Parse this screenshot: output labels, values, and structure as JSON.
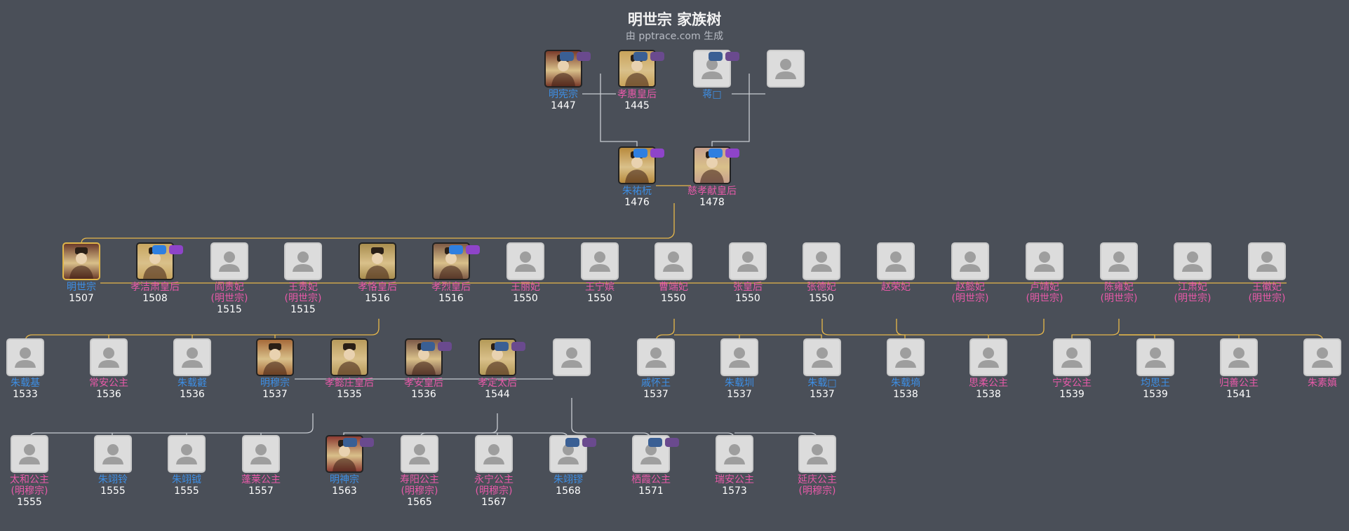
{
  "header": {
    "title": "明世宗 家族树",
    "subtitle": "由 pptrace.com 生成"
  },
  "colors": {
    "male": "#3d8fe6",
    "female": "#e85aa9",
    "line_gold": "#e8b84a",
    "line_gray": "#c8ccd2",
    "background": "#4a4f58"
  },
  "people": [
    {
      "id": "xianzong",
      "name": "明宪宗",
      "sub": "",
      "year": "1447",
      "gender": "male",
      "photo": true
    },
    {
      "id": "xiaohui",
      "name": "孝惠皇后",
      "sub": "",
      "year": "1445",
      "gender": "female",
      "photo": true
    },
    {
      "id": "jiang",
      "name": "蒋□",
      "sub": "",
      "year": "",
      "gender": "male",
      "photo": false
    },
    {
      "id": "jiangwife",
      "name": "",
      "sub": "",
      "year": "",
      "gender": "female",
      "photo": false
    },
    {
      "id": "youyuan",
      "name": "朱祐杬",
      "sub": "",
      "year": "1476",
      "gender": "male",
      "photo": true
    },
    {
      "id": "cixiao",
      "name": "慈孝献皇后",
      "sub": "",
      "year": "1478",
      "gender": "female",
      "photo": true
    },
    {
      "id": "shizong",
      "name": "明世宗",
      "sub": "",
      "year": "1507",
      "gender": "male",
      "photo": true,
      "gold": true
    },
    {
      "id": "xiaojie",
      "name": "孝洁肃皇后",
      "sub": "",
      "year": "1508",
      "gender": "female",
      "photo": true
    },
    {
      "id": "yanfei",
      "name": "阎贵妃",
      "sub": "(明世宗)",
      "year": "1515",
      "gender": "female",
      "photo": false
    },
    {
      "id": "wangfei1",
      "name": "王贵妃",
      "sub": "(明世宗)",
      "year": "1515",
      "gender": "female",
      "photo": false
    },
    {
      "id": "xiaoke",
      "name": "孝恪皇后",
      "sub": "",
      "year": "1516",
      "gender": "female",
      "photo": true
    },
    {
      "id": "xiaolie",
      "name": "孝烈皇后",
      "sub": "",
      "year": "1516",
      "gender": "female",
      "photo": true
    },
    {
      "id": "wangli",
      "name": "王丽妃",
      "sub": "",
      "year": "1550",
      "gender": "female",
      "photo": false
    },
    {
      "id": "wangning",
      "name": "王宁嫔",
      "sub": "",
      "year": "1550",
      "gender": "female",
      "photo": false
    },
    {
      "id": "caoduan",
      "name": "曹端妃",
      "sub": "",
      "year": "1550",
      "gender": "female",
      "photo": false
    },
    {
      "id": "zhanghou",
      "name": "张皇后",
      "sub": "",
      "year": "1550",
      "gender": "female",
      "photo": false
    },
    {
      "id": "zhangde",
      "name": "张德妃",
      "sub": "",
      "year": "1550",
      "gender": "female",
      "photo": false
    },
    {
      "id": "zhaorong",
      "name": "赵荣妃",
      "sub": "",
      "year": "",
      "gender": "female",
      "photo": false
    },
    {
      "id": "zhaoyi",
      "name": "赵懿妃",
      "sub": "(明世宗)",
      "year": "",
      "gender": "female",
      "photo": false
    },
    {
      "id": "lujing",
      "name": "卢靖妃",
      "sub": "(明世宗)",
      "year": "",
      "gender": "female",
      "photo": false
    },
    {
      "id": "chenyong",
      "name": "陈雍妃",
      "sub": "(明世宗)",
      "year": "",
      "gender": "female",
      "photo": false
    },
    {
      "id": "jiangsu",
      "name": "江肃妃",
      "sub": "(明世宗)",
      "year": "",
      "gender": "female",
      "photo": false
    },
    {
      "id": "wanghui",
      "name": "王徽妃",
      "sub": "(明世宗)",
      "year": "",
      "gender": "female",
      "photo": false
    },
    {
      "id": "zaiji",
      "name": "朱载基",
      "sub": "",
      "year": "1533",
      "gender": "male",
      "photo": false
    },
    {
      "id": "changan",
      "name": "常安公主",
      "sub": "",
      "year": "1536",
      "gender": "female",
      "photo": false
    },
    {
      "id": "zaiyi",
      "name": "朱载壡",
      "sub": "",
      "year": "1536",
      "gender": "male",
      "photo": false
    },
    {
      "id": "muzong",
      "name": "明穆宗",
      "sub": "",
      "year": "1537",
      "gender": "male",
      "photo": true
    },
    {
      "id": "xiaoyi",
      "name": "孝懿庄皇后",
      "sub": "",
      "year": "1535",
      "gender": "female",
      "photo": true
    },
    {
      "id": "xiaoan",
      "name": "孝安皇后",
      "sub": "",
      "year": "1536",
      "gender": "female",
      "photo": true
    },
    {
      "id": "xiaoding",
      "name": "孝定太后",
      "sub": "",
      "year": "1544",
      "gender": "female",
      "photo": true
    },
    {
      "id": "muzongw",
      "name": "",
      "sub": "",
      "year": "",
      "gender": "female",
      "photo": false
    },
    {
      "id": "qihuai",
      "name": "戚怀王",
      "sub": "",
      "year": "1537",
      "gender": "male",
      "photo": false
    },
    {
      "id": "zaizhen",
      "name": "朱载圳",
      "sub": "",
      "year": "1537",
      "gender": "male",
      "photo": false
    },
    {
      "id": "zaiq",
      "name": "朱载□",
      "sub": "",
      "year": "1537",
      "gender": "male",
      "photo": false
    },
    {
      "id": "zaishan",
      "name": "朱载墒",
      "sub": "",
      "year": "1538",
      "gender": "male",
      "photo": false
    },
    {
      "id": "sirou",
      "name": "思柔公主",
      "sub": "",
      "year": "1538",
      "gender": "female",
      "photo": false
    },
    {
      "id": "ningan",
      "name": "宁安公主",
      "sub": "",
      "year": "1539",
      "gender": "female",
      "photo": false
    },
    {
      "id": "junsi",
      "name": "均思王",
      "sub": "",
      "year": "1539",
      "gender": "male",
      "photo": false
    },
    {
      "id": "guishan",
      "name": "归善公主",
      "sub": "",
      "year": "1541",
      "gender": "female",
      "photo": false
    },
    {
      "id": "suzhen",
      "name": "朱素嫃",
      "sub": "",
      "year": "",
      "gender": "female",
      "photo": false
    },
    {
      "id": "taihe",
      "name": "太和公主",
      "sub": "(明穆宗)",
      "year": "1555",
      "gender": "female",
      "photo": false
    },
    {
      "id": "yiling",
      "name": "朱翊铃",
      "sub": "",
      "year": "1555",
      "gender": "male",
      "photo": false
    },
    {
      "id": "yiyi",
      "name": "朱翊钺",
      "sub": "",
      "year": "1555",
      "gender": "male",
      "photo": false
    },
    {
      "id": "penglai",
      "name": "蓬莱公主",
      "sub": "",
      "year": "1557",
      "gender": "female",
      "photo": false
    },
    {
      "id": "shenzong",
      "name": "明神宗",
      "sub": "",
      "year": "1563",
      "gender": "male",
      "photo": true
    },
    {
      "id": "shouyang",
      "name": "寿阳公主",
      "sub": "(明穆宗)",
      "year": "1565",
      "gender": "female",
      "photo": false
    },
    {
      "id": "yongning",
      "name": "永宁公主",
      "sub": "(明穆宗)",
      "year": "1567",
      "gender": "female",
      "photo": false
    },
    {
      "id": "yiliu",
      "name": "朱翊镠",
      "sub": "",
      "year": "1568",
      "gender": "male",
      "photo": false
    },
    {
      "id": "qixia",
      "name": "栖霞公主",
      "sub": "",
      "year": "1571",
      "gender": "female",
      "photo": false
    },
    {
      "id": "ruian",
      "name": "瑞安公主",
      "sub": "",
      "year": "1573",
      "gender": "female",
      "photo": false
    },
    {
      "id": "yanqing",
      "name": "延庆公主",
      "sub": "(明穆宗)",
      "year": "",
      "gender": "female",
      "photo": false
    }
  ]
}
